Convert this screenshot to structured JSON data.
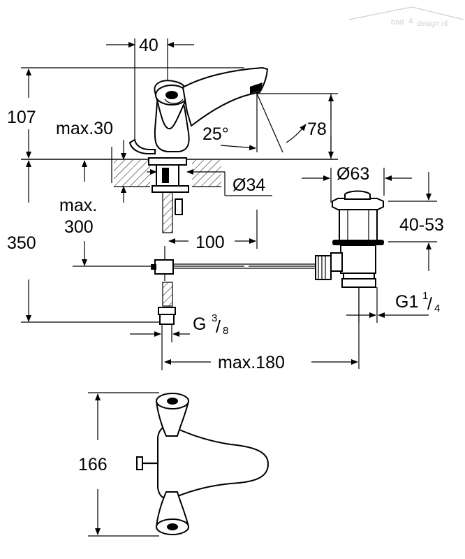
{
  "watermark": {
    "text_a": "bad",
    "text_b": "design.nl",
    "amp": "&"
  },
  "dimensions": {
    "spout_width": "40",
    "height_top": "107",
    "max_deck": "max.30",
    "angle": "25°",
    "spout_height": "78",
    "hole_diameter": "Ø34",
    "drain_diameter": "Ø63",
    "under_deck": "max.",
    "under_deck_value": "300",
    "total_height": "350",
    "drain_range": "40-53",
    "offset": "100",
    "connection_main": "G",
    "connection_num": "3",
    "connection_den": "8",
    "drain_thread_main": "G1",
    "drain_thread_num": "1",
    "drain_thread_den": "4",
    "max_reach": "max.180",
    "plan_depth": "166"
  }
}
